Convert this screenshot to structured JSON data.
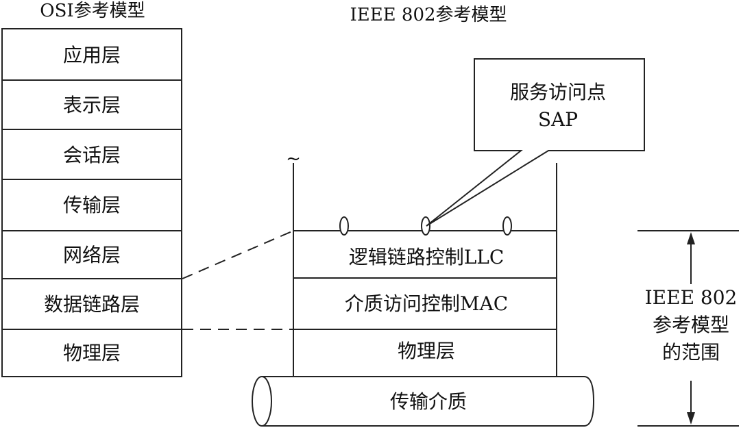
{
  "osi": {
    "title": "OSI参考模型",
    "layers": [
      "应用层",
      "表示层",
      "会话层",
      "传输层",
      "网络层",
      "数据链路层",
      "物理层"
    ]
  },
  "ieee": {
    "title": "IEEE 802参考模型",
    "llc": "逻辑链路控制LLC",
    "mac": "介质访问控制MAC",
    "phy": "物理层",
    "medium": "传输介质",
    "top_mark": "~"
  },
  "callout": {
    "line1": "服务访问点",
    "line2": "SAP"
  },
  "scope": {
    "line1": "IEEE 802",
    "line2": "参考模型",
    "line3": "的范围"
  },
  "colors": {
    "stroke": "#222222",
    "text": "#111111",
    "background": "#ffffff"
  }
}
